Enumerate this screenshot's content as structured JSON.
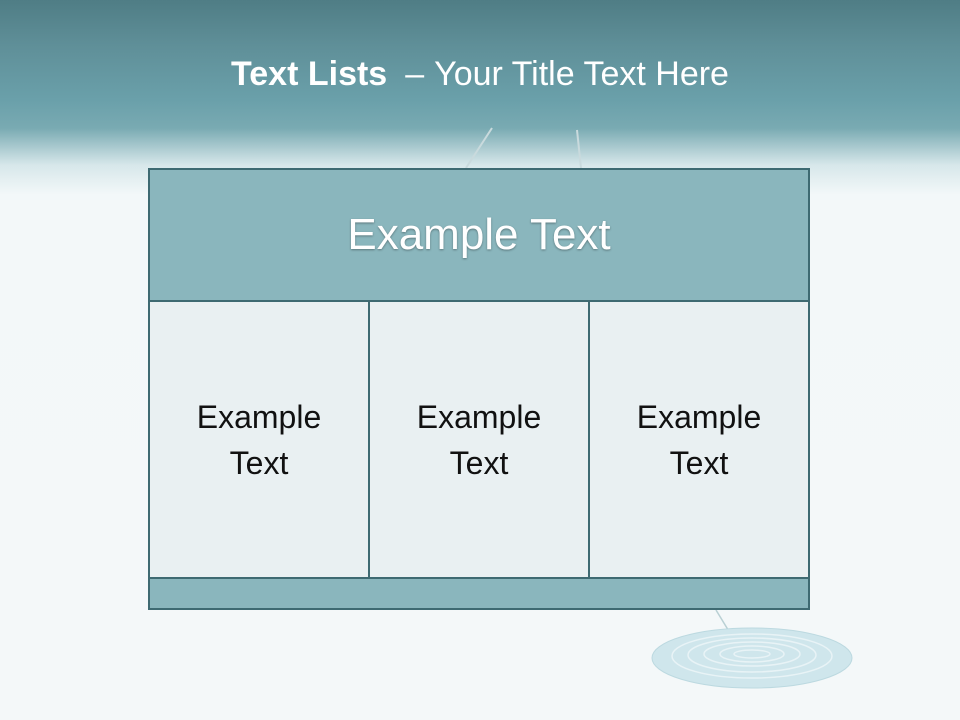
{
  "slide": {
    "title_bold": "Text Lists",
    "title_separator": "–",
    "title_rest": "Your Title Text Here"
  },
  "diagram": {
    "header": "Example Text",
    "columns": [
      {
        "text": "Example Text"
      },
      {
        "text": "Example Text"
      },
      {
        "text": "Example Text"
      }
    ]
  },
  "colors": {
    "frame_border": "#3e6a72",
    "header_fill": "#8ab6bd",
    "column_fill": "#e9f0f2",
    "banner": "#5f8f98"
  }
}
